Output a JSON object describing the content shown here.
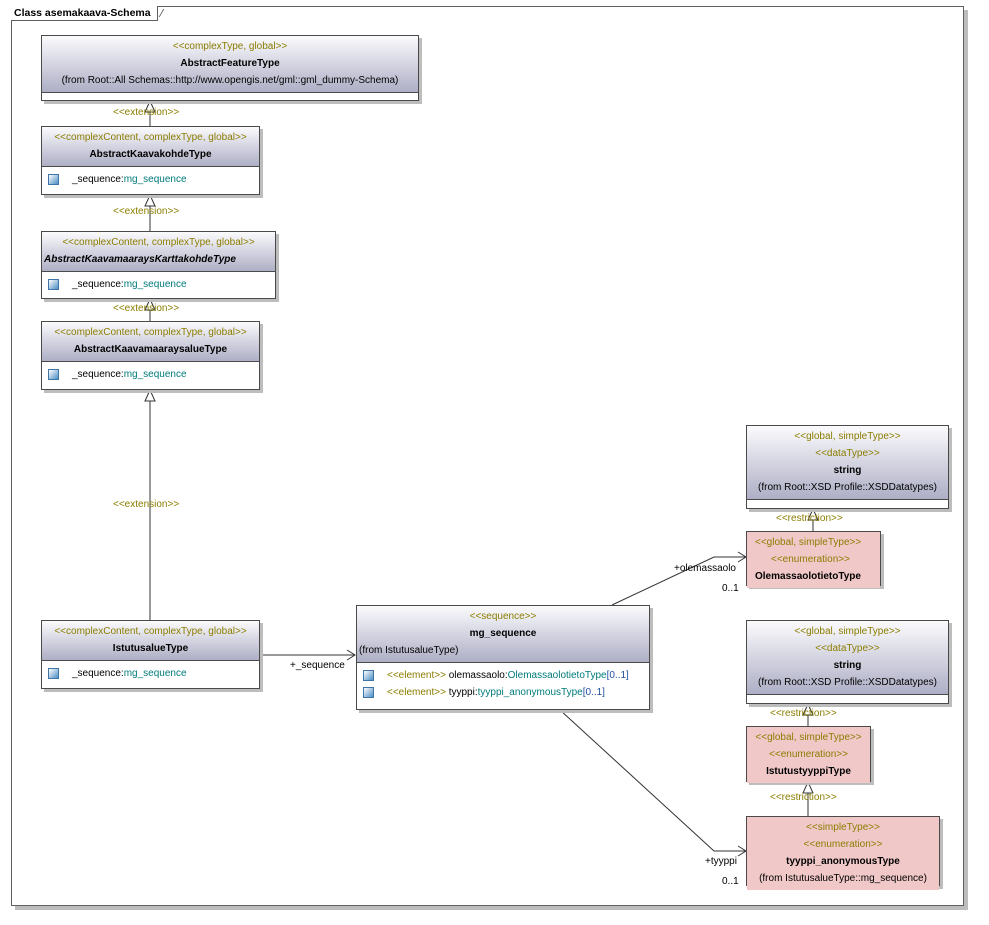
{
  "frame_title": "Class asemakaava-Schema",
  "classes": {
    "abstract_feature": {
      "stereotype": "<<complexType, global>>",
      "name": "AbstractFeatureType",
      "from": "(from Root::All Schemas::http://www.opengis.net/gml::gml_dummy-Schema)"
    },
    "abstract_kaavakohde": {
      "stereotype": "<<complexContent, complexType, global>>",
      "name": "AbstractKaavakohdeType",
      "attr_name": "_sequence:",
      "attr_type": "mg_sequence"
    },
    "abstract_kartta": {
      "stereotype": "<<complexContent, complexType, global>>",
      "name": "AbstractKaavamaaraysKarttakohdeType",
      "attr_name": "_sequence:",
      "attr_type": "mg_sequence"
    },
    "abstract_alue": {
      "stereotype": "<<complexContent, complexType, global>>",
      "name": "AbstractKaavamaaraysalueType",
      "attr_name": "_sequence:",
      "attr_type": "mg_sequence"
    },
    "istutusalue": {
      "stereotype": "<<complexContent, complexType, global>>",
      "name": "IstutusalueType",
      "attr_name": "_sequence:",
      "attr_type": "mg_sequence"
    },
    "mg_sequence": {
      "stereotype": "<<sequence>>",
      "name": "mg_sequence",
      "from": "(from IstutusalueType)",
      "attrs": [
        {
          "stereo": "<<element>>",
          "name": "olemassaolo:",
          "type": "OlemassaolotietoType",
          "mult": "[0..1]"
        },
        {
          "stereo": "<<element>>",
          "name": "tyyppi:",
          "type": "tyyppi_anonymousType",
          "mult": "[0..1]"
        }
      ]
    },
    "string1": {
      "stereotype1": "<<global, simpleType>>",
      "stereotype2": "<<dataType>>",
      "name": "string",
      "from": "(from Root::XSD Profile::XSDDatatypes)"
    },
    "olemassaolo": {
      "stereotype1": "<<global, simpleType>>",
      "stereotype2": "<<enumeration>>",
      "name": "OlemassaolotietoType"
    },
    "string2": {
      "stereotype1": "<<global, simpleType>>",
      "stereotype2": "<<dataType>>",
      "name": "string",
      "from": "(from Root::XSD Profile::XSDDatatypes)"
    },
    "istutustyyppi": {
      "stereotype1": "<<global, simpleType>>",
      "stereotype2": "<<enumeration>>",
      "name": "IstutustyyppiType"
    },
    "tyyppi_anon": {
      "stereotype1": "<<simpleType>>",
      "stereotype2": "<<enumeration>>",
      "name": "tyyppi_anonymousType",
      "from": "(from IstutusalueType::mg_sequence)"
    }
  },
  "labels": {
    "extension": "<<extension>>",
    "restriction": "<<restriction>>",
    "role_sequence": "+_sequence",
    "role_olemassaolo": "+olemassaolo",
    "role_tyyppi": "+tyyppi",
    "mult": "0..1"
  }
}
